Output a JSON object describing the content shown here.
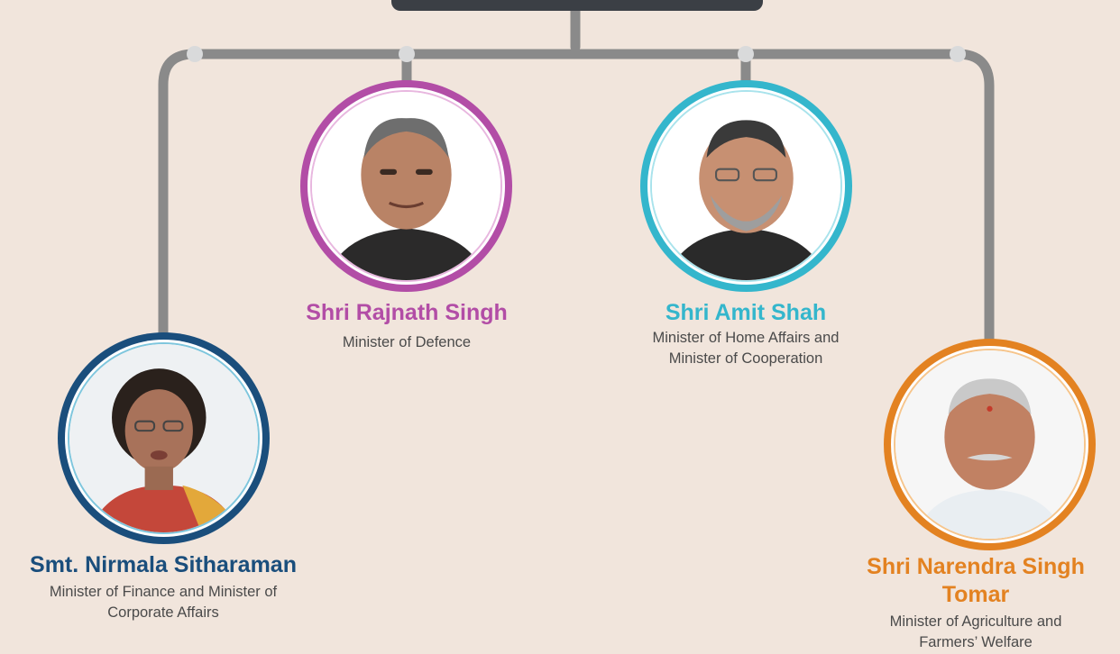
{
  "colors": {
    "background": "#f1e5dc",
    "connector": "#8a8a8a",
    "dot": "#d9dadb",
    "header_box": "#3b3f45",
    "navy": "#1a4e7c",
    "purple": "#b24da6",
    "cyan": "#34b6cc",
    "orange": "#e38221"
  },
  "members": [
    {
      "id": "nirmala",
      "name": "Smt. Nirmala Sitharaman",
      "role_line1": "Minister of Finance and Minister of",
      "role_line2": "Corporate Affairs",
      "ring_color": "#1a4e7c",
      "icon": "portrait-photo"
    },
    {
      "id": "rajnath",
      "name": "Shri Rajnath Singh",
      "role_line1": "Minister of Defence",
      "role_line2": "",
      "ring_color": "#b24da6",
      "icon": "portrait-photo"
    },
    {
      "id": "amit",
      "name": "Shri Amit Shah",
      "role_line1": "Minister of Home Affairs and",
      "role_line2": "Minister of Cooperation",
      "ring_color": "#34b6cc",
      "icon": "portrait-photo"
    },
    {
      "id": "narendra",
      "name_line1": "Shri Narendra Singh",
      "name_line2": "Tomar",
      "role_line1": "Minister of Agriculture and",
      "role_line2": "Farmers’ Welfare",
      "ring_color": "#e38221",
      "icon": "portrait-photo"
    }
  ]
}
